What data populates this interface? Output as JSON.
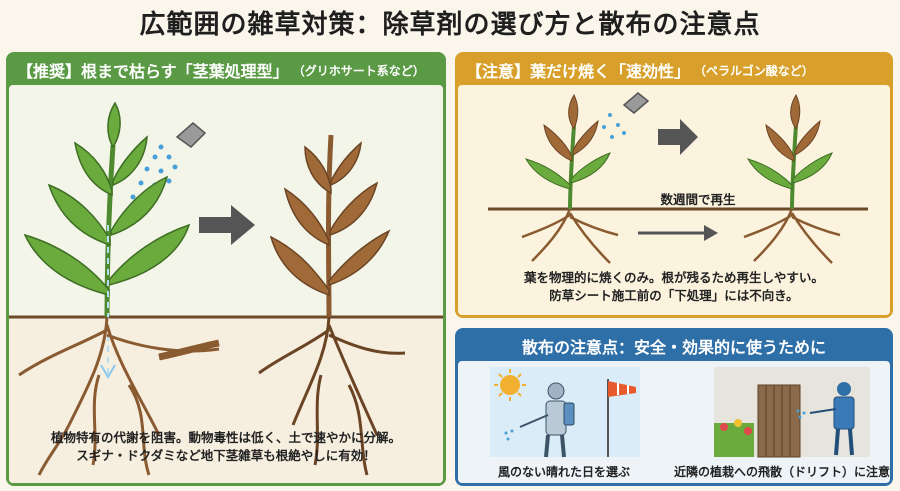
{
  "title": "広範囲の雑草対策：除草剤の選び方と散布の注意点",
  "left_panel": {
    "tag": "【推奨】根まで枯らす「茎葉処理型」",
    "sub": "（グリホサート系など）",
    "caption_line1": "植物特有の代謝を阻害。動物毒性は低く、土で速やかに分解。",
    "caption_line2": "スギナ・ドクダミなど地下茎雑草も根絶やしに有効！"
  },
  "right_top_panel": {
    "tag": "【注意】葉だけ焼く「速効性」",
    "sub": "（ペラルゴン酸など）",
    "regrow_label": "数週間で再生",
    "caption_line1": "葉を物理的に焼くのみ。根が残るため再生しやすい。",
    "caption_line2": "防草シート施工前の「下処理」には不向き。"
  },
  "right_bottom_panel": {
    "tag": "散布の注意点：安全・効果的に使うために",
    "tip1": "風のない晴れた日を選ぶ",
    "tip2": "近隣の植栽への飛散（ドリフト）に注意"
  },
  "colors": {
    "green": "#5a9a45",
    "orange": "#d8a02a",
    "blue": "#2f6fa8"
  }
}
